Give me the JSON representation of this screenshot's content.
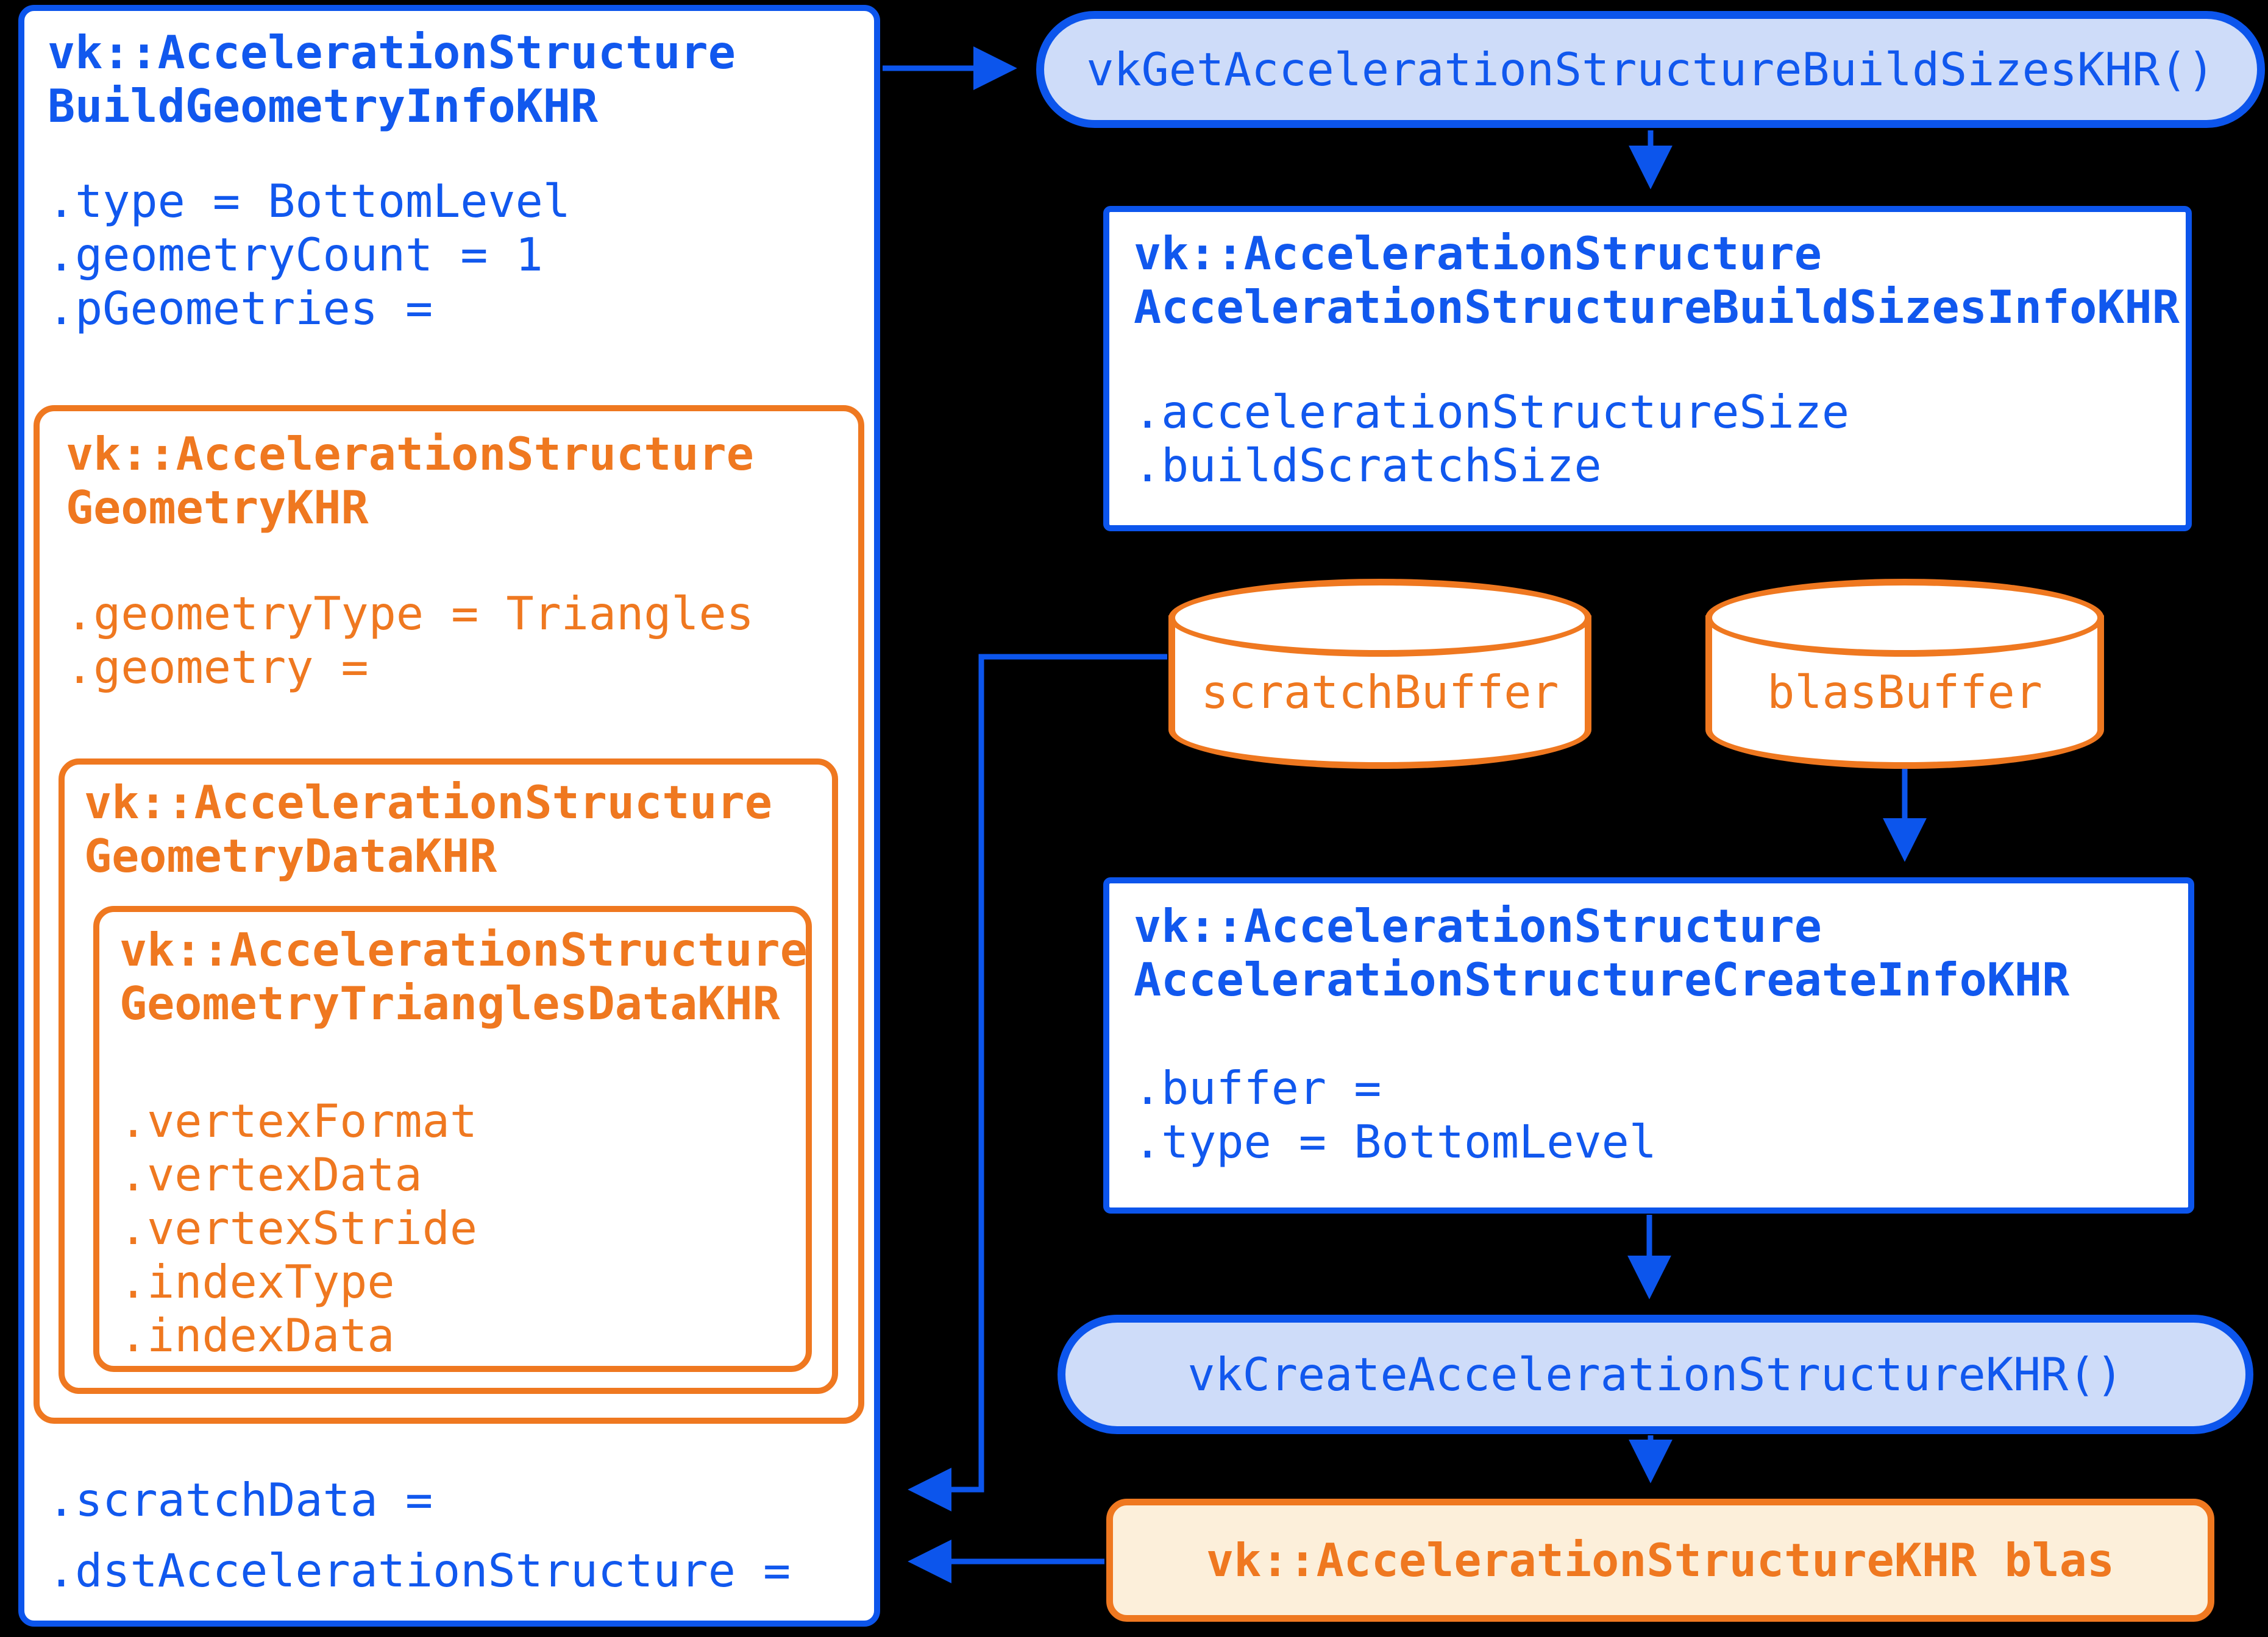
{
  "colors": {
    "blue_accent": "#0c55ec",
    "blue_text": "#1158ee",
    "light_blue_fill": "#cedcf9",
    "orange_accent": "#ef7820",
    "cream_fill": "#fcefda",
    "background": "#000000",
    "box_fill": "#ffffff"
  },
  "build_geometry_info_box": {
    "title": "vk::AccelerationStructure\nBuildGeometryInfoKHR",
    "fields_top": ".type = BottomLevel\n.geometryCount = 1\n.pGeometries =",
    "fields_bottom": ".scratchData =\n.dstAccelerationStructure =",
    "geometry_box": {
      "title": "vk::AccelerationStructure\nGeometryKHR",
      "fields": ".geometryType = Triangles\n.geometry =",
      "geometry_data_box": {
        "title": "vk::AccelerationStructure\nGeometryDataKHR",
        "triangles_data_box": {
          "title": "vk::AccelerationStructure\nGeometryTrianglesDataKHR",
          "fields": ".vertexFormat\n.vertexData\n.vertexStride\n.indexType\n.indexData"
        }
      }
    }
  },
  "get_build_sizes_pill": {
    "label": "vkGetAccelerationStructureBuildSizesKHR()"
  },
  "build_sizes_info_box": {
    "title": "vk::AccelerationStructure\nAccelerationStructureBuildSizesInfoKHR",
    "fields": ".accelerationStructureSize\n.buildScratchSize"
  },
  "scratch_buffer_cylinder": {
    "label": "scratchBuffer"
  },
  "blas_buffer_cylinder": {
    "label": "blasBuffer"
  },
  "create_info_box": {
    "title": "vk::AccelerationStructure\nAccelerationStructureCreateInfoKHR",
    "fields": ".buffer =\n.type = BottomLevel"
  },
  "create_pill": {
    "label": "vkCreateAccelerationStructureKHR()"
  },
  "blas_result_box": {
    "label": "vk::AccelerationStructureKHR blas"
  }
}
